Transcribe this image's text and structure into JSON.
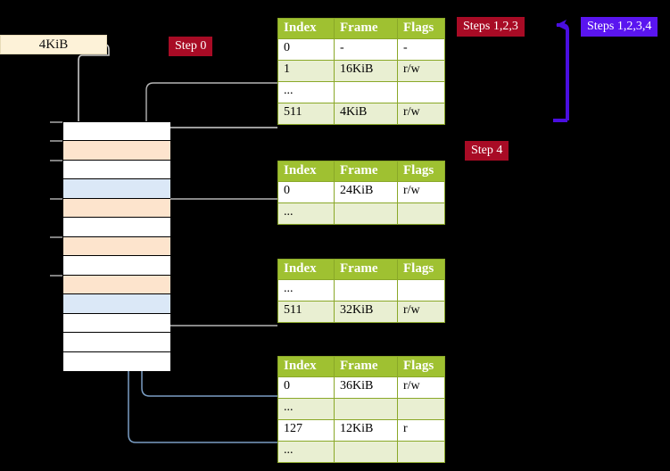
{
  "diagram": {
    "title_banner": {
      "label": "4KiB"
    },
    "badges": [
      {
        "id": "step0",
        "label": "Step 0",
        "color": "#a80b25"
      },
      {
        "id": "step4",
        "label": "Step 4",
        "color": "#a80b25"
      },
      {
        "id": "steps123",
        "label": "Steps 1,2,3",
        "color": "#a80b25"
      },
      {
        "id": "steps1234",
        "label": "Steps 1,2,3,4",
        "color": "#5a15f0"
      }
    ],
    "memory_column": {
      "name": "physical-memory-frames",
      "row_count": 13,
      "rows": [
        {
          "index": 0,
          "fill": "white"
        },
        {
          "index": 1,
          "fill": "peach"
        },
        {
          "index": 2,
          "fill": "white"
        },
        {
          "index": 3,
          "fill": "blue"
        },
        {
          "index": 4,
          "fill": "peach"
        },
        {
          "index": 5,
          "fill": "white"
        },
        {
          "index": 6,
          "fill": "peach"
        },
        {
          "index": 7,
          "fill": "white"
        },
        {
          "index": 8,
          "fill": "peach"
        },
        {
          "index": 9,
          "fill": "blue"
        },
        {
          "index": 10,
          "fill": "white"
        },
        {
          "index": 11,
          "fill": "white"
        },
        {
          "index": 12,
          "fill": "white"
        }
      ],
      "tick_rows": [
        0,
        1,
        2,
        4,
        6,
        8
      ]
    },
    "tables": [
      {
        "id": "ptable-0",
        "headers": [
          "Index",
          "Frame",
          "Flags"
        ],
        "rows": [
          {
            "cells": [
              "0",
              "-",
              "-"
            ],
            "alt": false,
            "highlight": false
          },
          {
            "cells": [
              "1",
              "16KiB",
              "r/w"
            ],
            "alt": true,
            "highlight": false
          },
          {
            "cells": [
              "...",
              "",
              ""
            ],
            "alt": false,
            "highlight": false
          },
          {
            "cells": [
              "511",
              "4KiB",
              "r/w"
            ],
            "alt": true,
            "highlight": true
          }
        ]
      },
      {
        "id": "ptable-1",
        "headers": [
          "Index",
          "Frame",
          "Flags"
        ],
        "rows": [
          {
            "cells": [
              "0",
              "24KiB",
              "r/w"
            ],
            "alt": false,
            "highlight": false
          },
          {
            "cells": [
              "...",
              "",
              ""
            ],
            "alt": true,
            "highlight": false
          }
        ]
      },
      {
        "id": "ptable-2",
        "headers": [
          "Index",
          "Frame",
          "Flags"
        ],
        "rows": [
          {
            "cells": [
              "...",
              "",
              ""
            ],
            "alt": false,
            "highlight": false
          },
          {
            "cells": [
              "511",
              "32KiB",
              "r/w"
            ],
            "alt": true,
            "highlight": false
          }
        ]
      },
      {
        "id": "ptable-3",
        "headers": [
          "Index",
          "Frame",
          "Flags"
        ],
        "rows": [
          {
            "cells": [
              "0",
              "36KiB",
              "r/w"
            ],
            "alt": false,
            "highlight": false
          },
          {
            "cells": [
              "...",
              "",
              ""
            ],
            "alt": true,
            "highlight": false
          },
          {
            "cells": [
              "127",
              "12KiB",
              "r"
            ],
            "alt": false,
            "highlight": false
          },
          {
            "cells": [
              "...",
              "",
              ""
            ],
            "alt": true,
            "highlight": false
          }
        ]
      }
    ],
    "colors": {
      "background": "#000000",
      "table_header": "#9fc131",
      "table_alt_row": "#e9efd2",
      "table_highlight": "#faf7b2",
      "frame_peach": "#fde4cd",
      "frame_blue": "#dbe8f7",
      "banner": "#fdf2d8",
      "wire_gray": "#b0b0b0",
      "wire_blue": "#7a9ec4",
      "wire_violet": "#5a15f0"
    }
  }
}
